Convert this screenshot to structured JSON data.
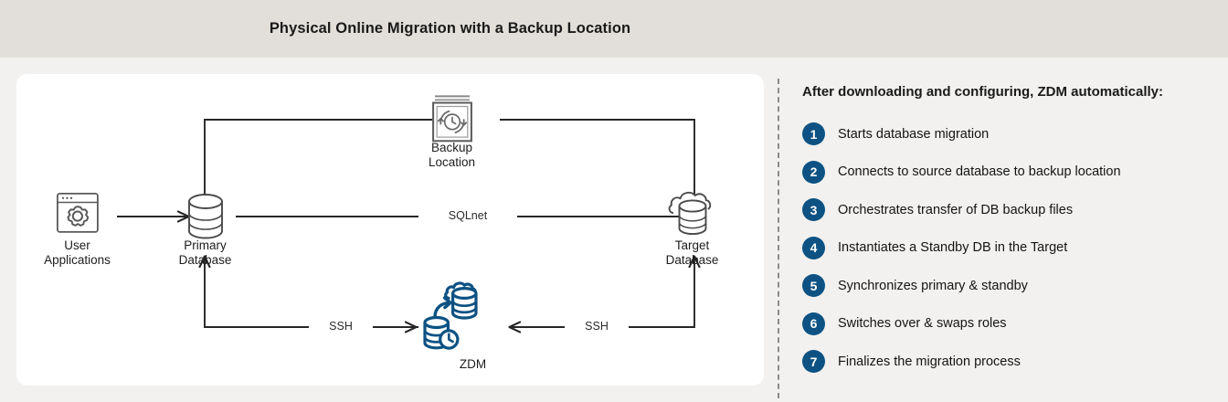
{
  "header": {
    "title": "Physical Online Migration with a Backup Location"
  },
  "colors": {
    "header_bg": "#e2dfdb",
    "page_bg": "#f2f1ef",
    "card_bg": "#ffffff",
    "accent_blue": "#0d5283",
    "line": "#262626",
    "icon_gray": "#5a5a5a",
    "divider": "#8b8b8b"
  },
  "diagram": {
    "nodes": [
      {
        "id": "user-applications",
        "label": "User\nApplications",
        "icon": "browser-gear-icon"
      },
      {
        "id": "primary-database",
        "label": "Primary\nDatabase",
        "icon": "database-cylinder-icon"
      },
      {
        "id": "backup-location",
        "label": "Backup\nLocation",
        "icon": "backup-clock-icon"
      },
      {
        "id": "target-database",
        "label": "Target\nDatabase",
        "icon": "cloud-database-icon"
      },
      {
        "id": "zdm",
        "label": "ZDM",
        "icon": "zdm-migration-icon"
      }
    ],
    "edges": [
      {
        "id": "user-to-primary",
        "from": "user-applications",
        "to": "primary-database",
        "label": ""
      },
      {
        "id": "primary-to-target",
        "from": "primary-database",
        "to": "target-database",
        "label": "SQLnet"
      },
      {
        "id": "primary-to-backup",
        "from": "primary-database",
        "to": "backup-location",
        "label": ""
      },
      {
        "id": "backup-to-target",
        "from": "backup-location",
        "to": "target-database",
        "label": ""
      },
      {
        "id": "zdm-to-primary-ssh",
        "from": "zdm",
        "to": "primary-database",
        "label": "SSH"
      },
      {
        "id": "zdm-to-target-ssh",
        "from": "zdm",
        "to": "target-database",
        "label": "SSH"
      }
    ]
  },
  "panel": {
    "title": "After downloading and configuring, ZDM automatically:",
    "steps": [
      {
        "number": "1",
        "text": "Starts database migration"
      },
      {
        "number": "2",
        "text": "Connects to source database to backup location"
      },
      {
        "number": "3",
        "text": "Orchestrates transfer of DB backup files"
      },
      {
        "number": "4",
        "text": "Instantiates a Standby DB in the Target"
      },
      {
        "number": "5",
        "text": "Synchronizes primary & standby"
      },
      {
        "number": "6",
        "text": "Switches over & swaps roles"
      },
      {
        "number": "7",
        "text": "Finalizes the migration process"
      }
    ]
  }
}
